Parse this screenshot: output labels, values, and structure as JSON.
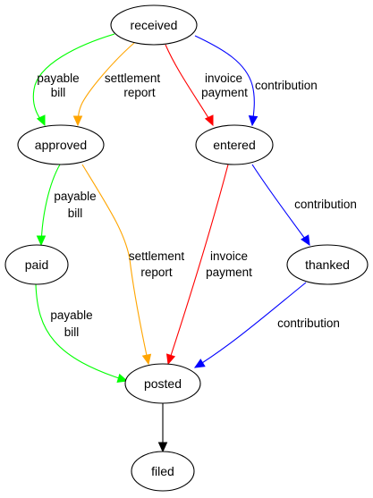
{
  "colors": {
    "green": "#00ff00",
    "orange": "#ffa500",
    "red": "#ff0000",
    "blue": "#0000ff",
    "black": "#000000"
  },
  "nodes": {
    "received": "received",
    "approved": "approved",
    "entered": "entered",
    "paid": "paid",
    "thanked": "thanked",
    "posted": "posted",
    "filed": "filed"
  },
  "edges": [
    {
      "id": "received-approved-payable",
      "from": "received",
      "to": "approved",
      "color": "green",
      "label": [
        "payable",
        "bill"
      ]
    },
    {
      "id": "received-approved-settlement",
      "from": "received",
      "to": "approved",
      "color": "orange",
      "label": [
        "settlement",
        "report"
      ]
    },
    {
      "id": "received-entered-invoice",
      "from": "received",
      "to": "entered",
      "color": "red",
      "label": [
        "invoice",
        "payment"
      ]
    },
    {
      "id": "received-entered-contribution",
      "from": "received",
      "to": "entered",
      "color": "blue",
      "label": [
        "contribution"
      ]
    },
    {
      "id": "approved-paid-payable",
      "from": "approved",
      "to": "paid",
      "color": "green",
      "label": [
        "payable",
        "bill"
      ]
    },
    {
      "id": "approved-posted-settlement",
      "from": "approved",
      "to": "posted",
      "color": "orange",
      "label": [
        "settlement",
        "report"
      ]
    },
    {
      "id": "entered-posted-invoice",
      "from": "entered",
      "to": "posted",
      "color": "red",
      "label": [
        "invoice",
        "payment"
      ]
    },
    {
      "id": "entered-thanked-contribution",
      "from": "entered",
      "to": "thanked",
      "color": "blue",
      "label": [
        "contribution"
      ]
    },
    {
      "id": "paid-posted-payable",
      "from": "paid",
      "to": "posted",
      "color": "green",
      "label": [
        "payable",
        "bill"
      ]
    },
    {
      "id": "thanked-posted-contribution",
      "from": "thanked",
      "to": "posted",
      "color": "blue",
      "label": [
        "contribution"
      ]
    },
    {
      "id": "posted-filed",
      "from": "posted",
      "to": "filed",
      "color": "black",
      "label": []
    }
  ]
}
